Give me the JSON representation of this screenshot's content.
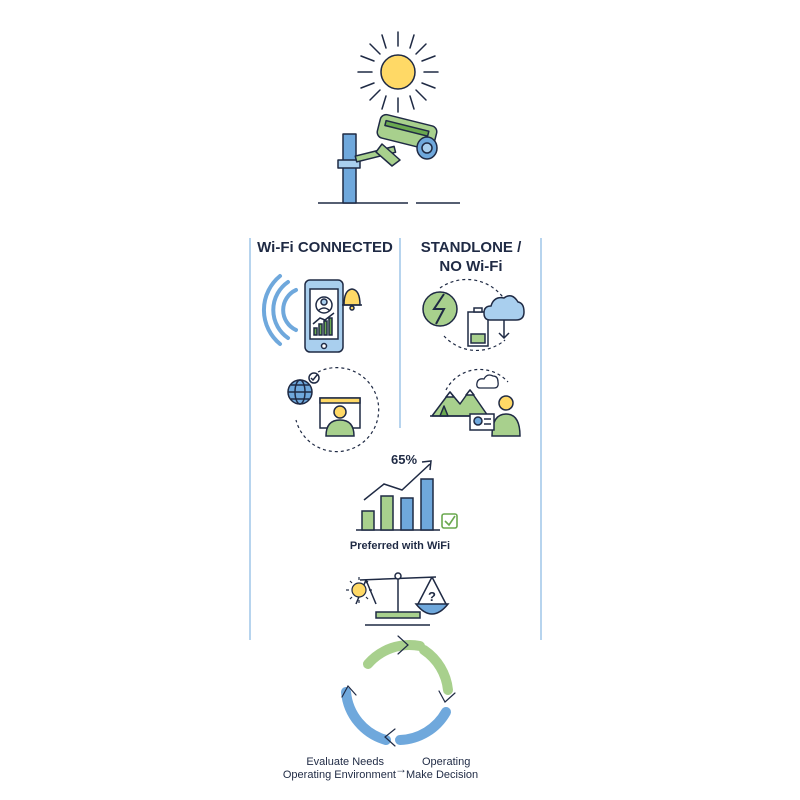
{
  "columns": {
    "left": {
      "heading_line1": "Wi-Fi CONNECTED"
    },
    "right": {
      "heading_line1": "STANDLONE /",
      "heading_line2": "NO Wi-Fi"
    }
  },
  "growth_chart": {
    "percent_label": "65%"
  },
  "preference": {
    "caption": "Preferred with WiFi"
  },
  "decision_cycle": {
    "left_line1": "Evaluate Needs",
    "left_line2": "Operating Environment",
    "right_line1": "Operating",
    "right_line2": "Make Decision"
  },
  "colors": {
    "navy": "#1f2a44",
    "blue": "#6fa8dc",
    "light_blue": "#a9cfee",
    "green": "#a8d08d",
    "dark_green": "#6aa84f",
    "yellow": "#ffd966",
    "divider": "#9fc5e8"
  },
  "icons": [
    "sun-icon",
    "cctv-camera-icon",
    "wifi-signal-icon",
    "smartphone-icon",
    "bell-icon",
    "globe-icon",
    "monitor-user-icon",
    "no-power-icon",
    "battery-icon",
    "cloud-icon",
    "landscape-icon",
    "person-icon",
    "bar-chart-icon",
    "checkmark-icon",
    "balance-scale-icon",
    "cycle-arrows-icon"
  ]
}
